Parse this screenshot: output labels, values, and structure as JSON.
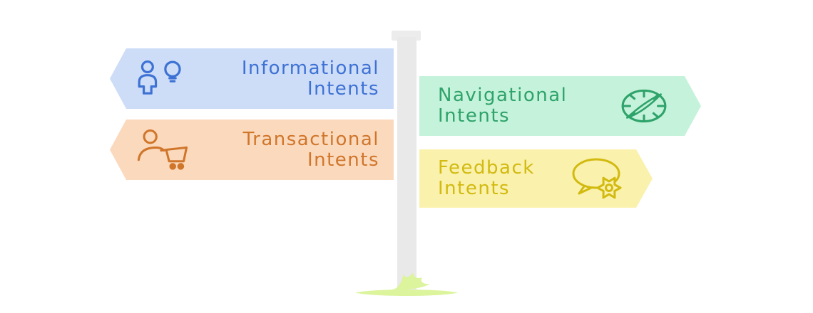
{
  "signpost": {
    "post_color": "#e9e9e9",
    "cap_color": "#ececec",
    "grass_color": "#dcf49c"
  },
  "signs": [
    {
      "id": "informational",
      "line1": "Informational",
      "line2": "Intents",
      "direction": "left",
      "bg": "#cddcf7",
      "color": "#3d72d4",
      "icon": "user-idea-icon"
    },
    {
      "id": "transactional",
      "line1": "Transactional",
      "line2": "Intents",
      "direction": "left",
      "bg": "#fbd9bd",
      "color": "#d0762b",
      "icon": "user-cart-icon"
    },
    {
      "id": "navigational",
      "line1": "Navigational",
      "line2": "Intents",
      "direction": "right",
      "bg": "#c5f2db",
      "color": "#2ea36a",
      "icon": "compass-icon"
    },
    {
      "id": "feedback",
      "line1": "Feedback",
      "line2": "Intents",
      "direction": "right",
      "bg": "#faf1ad",
      "color": "#d2ba10",
      "icon": "chat-gear-icon"
    }
  ]
}
